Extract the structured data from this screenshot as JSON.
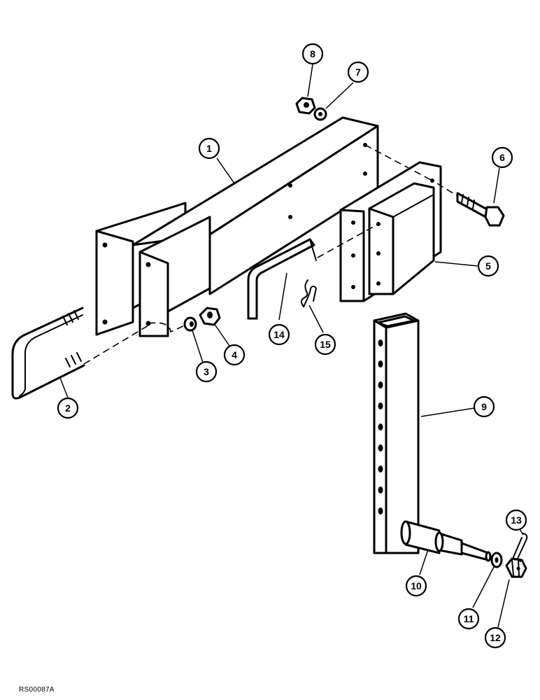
{
  "callouts": [
    {
      "id": "1",
      "label": "1"
    },
    {
      "id": "2",
      "label": "2"
    },
    {
      "id": "3",
      "label": "3"
    },
    {
      "id": "4",
      "label": "4"
    },
    {
      "id": "5",
      "label": "5"
    },
    {
      "id": "6",
      "label": "6"
    },
    {
      "id": "7",
      "label": "7"
    },
    {
      "id": "8",
      "label": "8"
    },
    {
      "id": "9",
      "label": "9"
    },
    {
      "id": "10",
      "label": "10"
    },
    {
      "id": "11",
      "label": "11"
    },
    {
      "id": "12",
      "label": "12"
    },
    {
      "id": "13",
      "label": "13"
    },
    {
      "id": "14",
      "label": "14"
    },
    {
      "id": "15",
      "label": "15"
    }
  ],
  "reference_code": "RS00087A"
}
